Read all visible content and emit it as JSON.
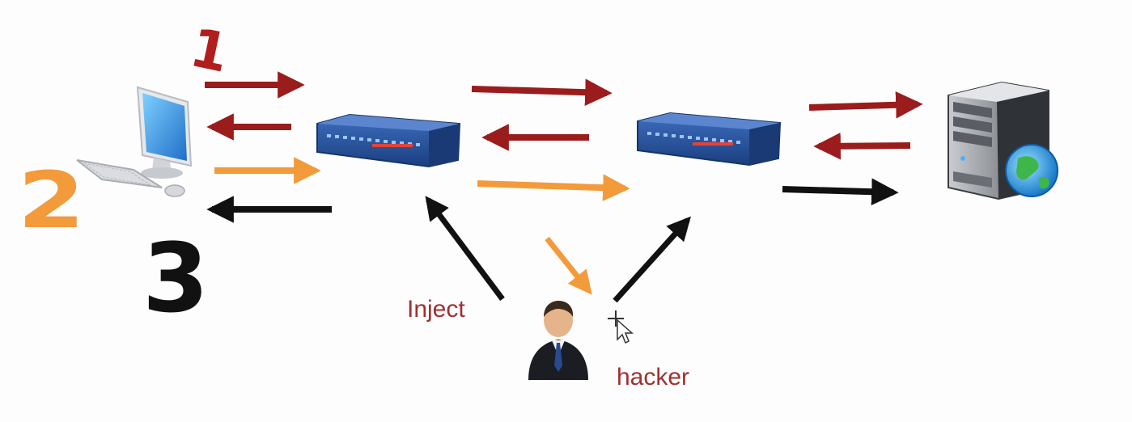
{
  "annotations": {
    "step_1": "1",
    "step_2": "2",
    "step_3": "3"
  },
  "labels": {
    "inject": "Inject",
    "hacker": "hacker"
  },
  "colors": {
    "request": "#9b1c1c",
    "injected": "#f39a3a",
    "response": "#111111",
    "label": "#a03030",
    "device": "#2c5aa0"
  },
  "icons": {
    "client": "desktop-computer-icon",
    "switch_1": "network-switch-icon",
    "switch_2": "network-switch-icon",
    "server": "web-server-icon",
    "attacker": "hacker-person-icon",
    "cursor": "mouse-cursor-icon"
  }
}
